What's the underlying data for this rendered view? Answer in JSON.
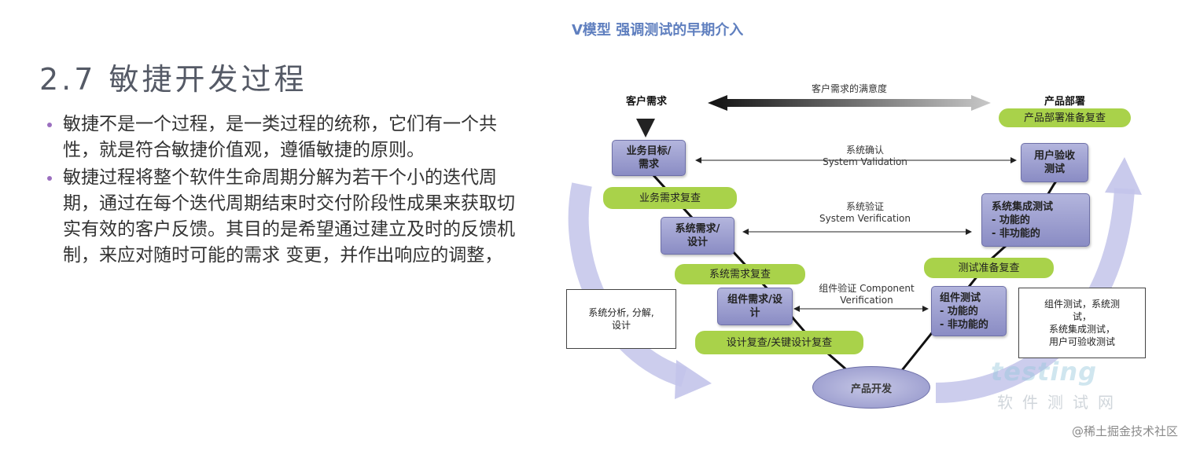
{
  "slide": {
    "title": "2.7 敏捷开发过程",
    "bullets": [
      "敏捷不是一个过程，是一类过程的统称，它们有一个共性，就是符合敏捷价值观，遵循敏捷的原则。",
      "敏捷过程将整个软件生命周期分解为若干个小的迭代周期，通过在每个迭代周期结束时交付阶段性成果来获取切实有效的客户反馈。其目的是希望通过建立及时的反馈机制，来应对随时可能的需求 变更，并作出响应的调整，"
    ]
  },
  "diagram": {
    "title": "V模型 强调测试的早期介入",
    "customer_need": "客户需求",
    "product_deploy": "产品部署",
    "satisfaction": "客户需求的满意度",
    "deploy_review": "产品部署准备复查",
    "business_goal": "业务目标/\n需求",
    "acceptance_test": "用户验收\n测试",
    "system_confirm": "系统确认\nSystem Validation",
    "business_review": "业务需求复查",
    "system_integration": "系统集成测试\n- 功能的\n- 非功能的",
    "system_verify": "系统验证\nSystem Verification",
    "system_req_design": "系统需求/\n设计",
    "test_prep_review": "测试准备复查",
    "system_req_review": "系统需求复查",
    "component_verify": "组件验证 Component\nVerification",
    "component_design": "组件需求/设\n计",
    "component_test": "组件测试\n- 功能的\n- 非功能的",
    "design_review": "设计复查/关键设计复查",
    "product_dev": "产品开发",
    "left_note": "系统分析, 分解,\n设计",
    "right_note": "组件测试，系统测\n试，\n系统集成测试，\n用户可验收测试",
    "watermark_logo": "testing",
    "watermark_sub": "软件测试网",
    "credit": "@稀土掘金技术社区",
    "colors": {
      "blue_box": "#9fa1d3",
      "green_box": "#a9d24a",
      "arrow": "#b8b9e6"
    }
  }
}
